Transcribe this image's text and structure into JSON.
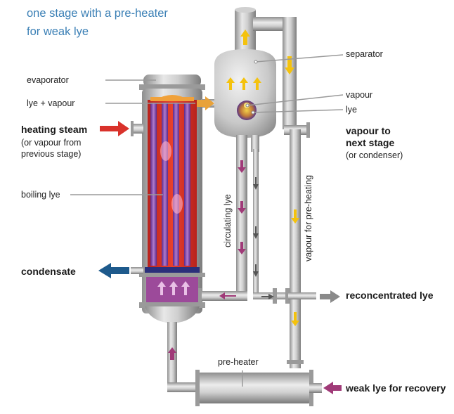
{
  "title": {
    "line1": "one stage with a pre-heater",
    "line2": "for weak lye"
  },
  "labels": {
    "evaporator": "evaporator",
    "lye_vapour": "lye + vapour",
    "heating_steam": "heating steam",
    "heating_steam_sub1": "(or vapour from",
    "heating_steam_sub2": "previous stage)",
    "boiling_lye": "boiling lye",
    "condensate": "condensate",
    "separator": "separator",
    "vapour": "vapour",
    "lye": "lye",
    "vapour_next_1": "vapour to",
    "vapour_next_2": "next stage",
    "vapour_next_sub": "(or condenser)",
    "circulating_lye": "circulating lye",
    "vapour_preheating": "vapour for pre-heating",
    "reconcentrated_lye": "reconcentrated lye",
    "pre_heater": "pre-heater",
    "weak_lye": "weak lye for recovery"
  },
  "colors": {
    "title": "#3a7fb5",
    "steam_arrow": "#d9322b",
    "condensate_arrow": "#1e5a8c",
    "lye_arrow": "#a03a78",
    "vapour_arrow": "#f4c20d",
    "gray_arrow": "#8a8a8a"
  }
}
